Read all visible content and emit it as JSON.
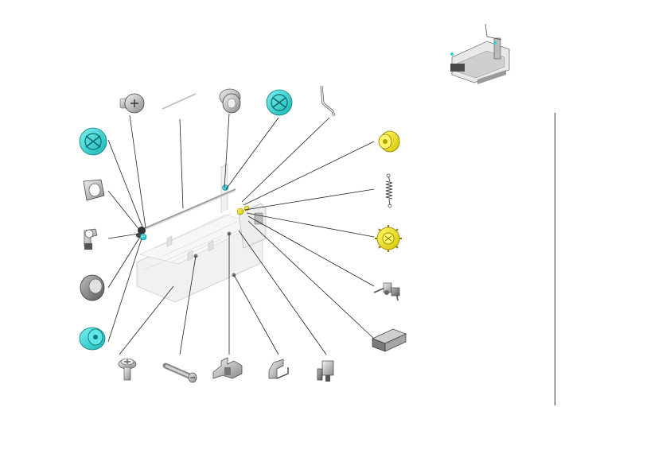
{
  "diagram": {
    "type": "exploded-parts-view",
    "assembly": "paper-feed-frame-assembly",
    "colors": {
      "highlight_cyan": "#2fd3d3",
      "highlight_yellow": "#f2e600",
      "part_grey": "#c9c9c9",
      "part_dark": "#6e6e6e",
      "line": "#222222",
      "frame_ghost": "#e6e6e6"
    },
    "parts": [
      {
        "id": "screw-top-left",
        "icon": "shoulder-screw-icon"
      },
      {
        "id": "guide-rod",
        "icon": "rod-icon"
      },
      {
        "id": "bushing-top",
        "icon": "bushing-icon"
      },
      {
        "id": "roller-cyan-top",
        "icon": "roller-icon"
      },
      {
        "id": "bent-wire",
        "icon": "wire-icon"
      },
      {
        "id": "gear-small-yellow",
        "icon": "gear-icon"
      },
      {
        "id": "tension-spring",
        "icon": "spring-icon"
      },
      {
        "id": "gear-large-yellow",
        "icon": "gear-icon"
      },
      {
        "id": "sensor-lever",
        "icon": "lever-icon"
      },
      {
        "id": "cushion-block",
        "icon": "block-icon"
      },
      {
        "id": "bracket-clip",
        "icon": "clip-icon"
      },
      {
        "id": "latch-clip",
        "icon": "clip-icon"
      },
      {
        "id": "stopper-bracket",
        "icon": "bracket-icon"
      },
      {
        "id": "pin-bolt",
        "icon": "bolt-icon"
      },
      {
        "id": "washer-screw",
        "icon": "screw-icon"
      },
      {
        "id": "roller-cyan-bottom",
        "icon": "roller-icon"
      },
      {
        "id": "grey-bushing",
        "icon": "bushing-icon"
      },
      {
        "id": "hook-clip",
        "icon": "clip-icon"
      },
      {
        "id": "cam-bushing",
        "icon": "cam-icon"
      },
      {
        "id": "roller-cyan-left",
        "icon": "roller-icon"
      }
    ]
  }
}
